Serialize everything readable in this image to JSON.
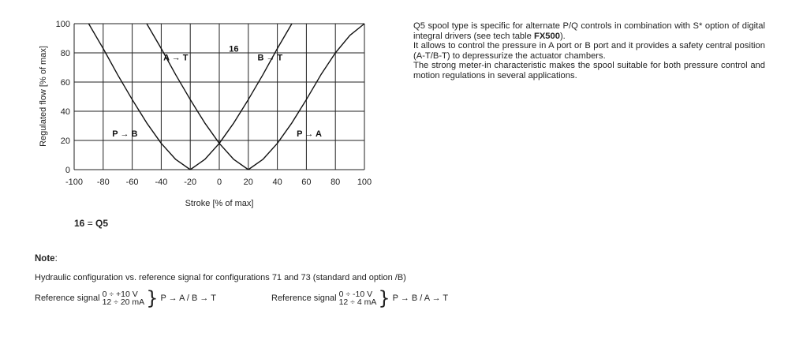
{
  "chart_data": {
    "type": "line",
    "title": "",
    "xlabel": "Stroke [% of max]",
    "ylabel": "Regulated flow  [% of max]",
    "xlim": [
      -100,
      100
    ],
    "ylim": [
      0,
      100
    ],
    "xticks": [
      -100,
      -80,
      -60,
      -40,
      -20,
      0,
      20,
      40,
      60,
      80,
      100
    ],
    "yticks": [
      0,
      20,
      40,
      60,
      80,
      100
    ],
    "grid": true,
    "curve_tag": "16",
    "series": [
      {
        "name": "P→B",
        "x": [
          -90,
          -80,
          -70,
          -60,
          -50,
          -40,
          -30,
          -20
        ],
        "y": [
          100,
          83,
          65,
          48,
          32,
          18,
          7,
          0
        ]
      },
      {
        "name": "A→T",
        "x": [
          -50,
          -40,
          -30,
          -20,
          -10,
          0,
          10,
          20
        ],
        "y": [
          100,
          83,
          65,
          48,
          32,
          18,
          7,
          0
        ]
      },
      {
        "name": "B→T",
        "x": [
          -20,
          -10,
          0,
          10,
          20,
          30,
          40,
          50
        ],
        "y": [
          0,
          7,
          18,
          32,
          48,
          65,
          83,
          100
        ]
      },
      {
        "name": "P→A",
        "x": [
          20,
          30,
          40,
          50,
          60,
          70,
          80,
          90,
          100
        ],
        "y": [
          0,
          7,
          18,
          32,
          48,
          65,
          80,
          92,
          100
        ]
      }
    ],
    "annotations": [
      {
        "text": "16",
        "x": 10,
        "y": 83
      },
      {
        "text": "A → T",
        "x": -30,
        "y": 77
      },
      {
        "text": "B → T",
        "x": 35,
        "y": 77
      },
      {
        "text": "P → B",
        "x": -65,
        "y": 25
      },
      {
        "text": "P → A",
        "x": 62,
        "y": 25
      }
    ]
  },
  "legend_key": {
    "tag": "16",
    "eq": " = ",
    "spool": "Q5"
  },
  "description": {
    "p1a": "Q5 spool type is specific for alternate P/Q controls in combination with S* option of digital integral drivers (see tech table ",
    "p1b": "FX500",
    "p1c": ").",
    "p2": "It allows to control the pressure in A port or B port and it provides a safety central position (A-T/B-T) to depressurize the actuator chambers.",
    "p3": "The strong meter-in characteristic makes the spool suitable for both pressure control and motion regulations in several applications."
  },
  "note": {
    "title": "Note",
    "colon": ":",
    "line": "Hydraulic configuration vs. reference signal for configurations 71 and 73 (standard and option /B)",
    "ref1": {
      "label": "Reference signal",
      "top": "0  ÷ +10 V",
      "bottom": "12 ÷ 20 mA",
      "result": "P → A / B → T"
    },
    "ref2": {
      "label": "Reference signal",
      "top": "0  ÷ -10 V",
      "bottom": "12 ÷ 4 mA",
      "result": "P → B / A → T"
    }
  }
}
